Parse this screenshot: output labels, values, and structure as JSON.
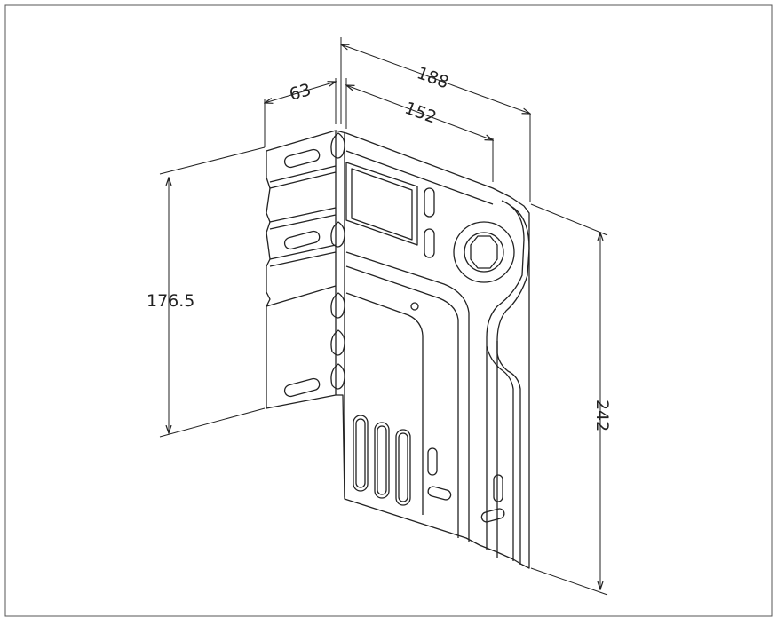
{
  "drawing": {
    "type": "isometric bracket technical drawing",
    "line_color": "#222222",
    "background": "#ffffff"
  },
  "dimensions": {
    "total_width": "188",
    "inner_width": "152",
    "flange_width": "63",
    "flange_height": "176.5",
    "total_height": "242"
  }
}
